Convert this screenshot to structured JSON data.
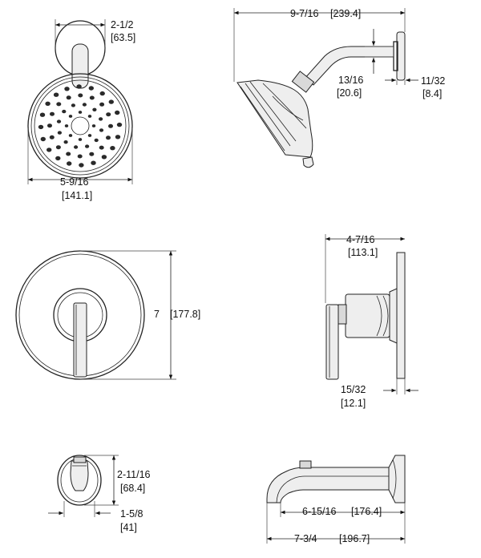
{
  "dimensions": {
    "showerhead_front_arm_width": {
      "frac": "2-1/2",
      "mm": "[63.5]"
    },
    "showerhead_front_diameter": {
      "frac": "5-9/16",
      "mm": "[141.1]"
    },
    "showerhead_side_projection": {
      "frac": "9-7/16",
      "mm": "[239.4]"
    },
    "showerhead_side_drop": {
      "frac": "13/16",
      "mm": "[20.6]"
    },
    "showerhead_side_flange": {
      "frac": "11/32",
      "mm": "[8.4]"
    },
    "trim_plate_diameter": {
      "frac": "7",
      "mm": "[177.8]"
    },
    "valve_side_depth": {
      "frac": "4-7/16",
      "mm": "[113.1]"
    },
    "valve_side_plate": {
      "frac": "15/32",
      "mm": "[12.1]"
    },
    "spout_front_height": {
      "frac": "2-11/16",
      "mm": "[68.4]"
    },
    "spout_front_width": {
      "frac": "1-5/8",
      "mm": "[41]"
    },
    "spout_side_reach": {
      "frac": "6-15/16",
      "mm": "[176.4]"
    },
    "spout_side_length": {
      "frac": "7-3/4",
      "mm": "[196.7]"
    }
  }
}
